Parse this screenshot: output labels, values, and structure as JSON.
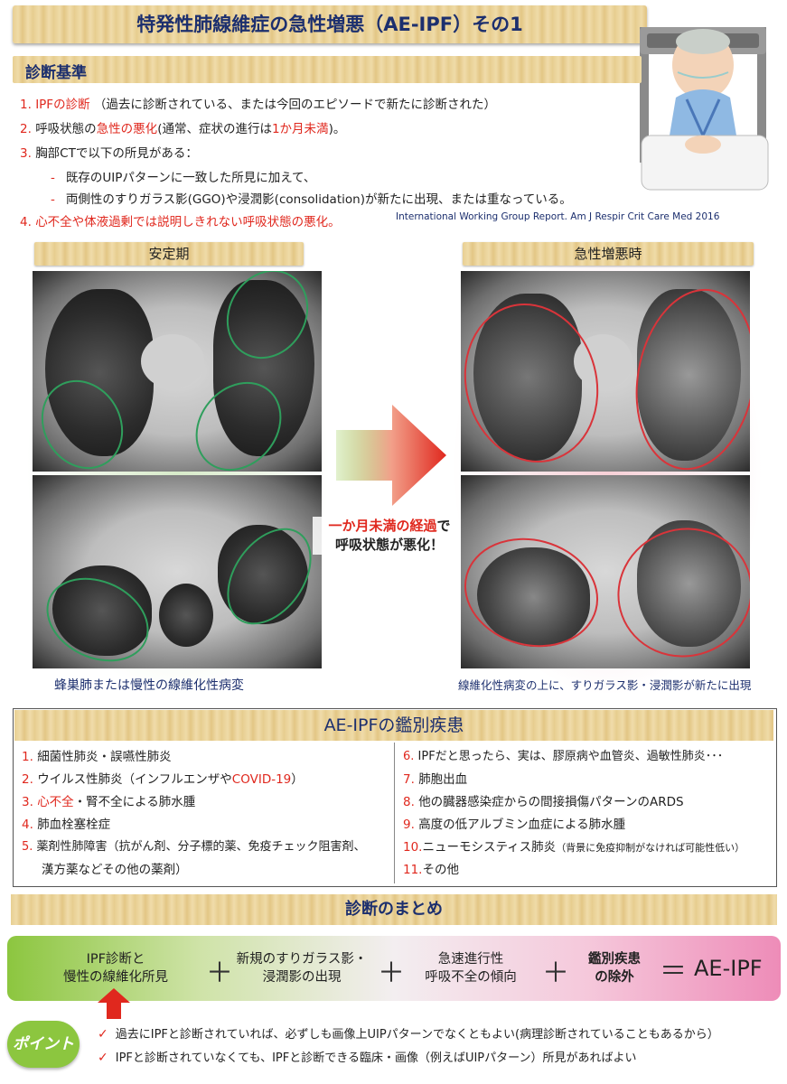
{
  "title": "特発性肺線維症の急性増悪（AE-IPF）その1",
  "criteria": {
    "heading": "診断基準",
    "items": [
      {
        "num": "1.",
        "lead": "IPFの診断",
        "rest": "（過去に診断されている、または今回のエピソードで新たに診断された）"
      },
      {
        "num": "2.",
        "pre": "呼吸状態の",
        "lead": "急性の悪化",
        "mid": "(通常、症状の進行は",
        "lead2": "1か月未満",
        "post": ")。"
      },
      {
        "num": "3.",
        "text": "胸部CTで以下の所見がある："
      },
      {
        "num": "4.",
        "lead": "心不全や体液過剰では説明しきれない呼吸状態の悪化。"
      }
    ],
    "sub_items": [
      {
        "dash": "-",
        "text": "既存のUIPパターンに一致した所見に加えて、"
      },
      {
        "dash": "-",
        "text": "両側性のすりガラス影(GGO)や浸潤影(consolidation)が新たに出現、または重なっている。"
      }
    ],
    "reference": "International Working Group Report. Am J Respir Crit Care Med 2016"
  },
  "panels": {
    "stable_label": "安定期",
    "acute_label": "急性増悪時",
    "stable_caption": "蜂巣肺または慢性の線維化性病変",
    "acute_caption": "線維化性病変の上に、すりガラス影・浸潤影が新たに出現",
    "arrow_text_red": "一か月未満の経過",
    "arrow_text_red_suffix": "で",
    "arrow_text_line2": "呼吸状態が悪化！"
  },
  "differential": {
    "heading": "AE-IPFの鑑別疾患",
    "left": [
      {
        "num": "1.",
        "text": "細菌性肺炎・誤嚥性肺炎"
      },
      {
        "num": "2.",
        "text": "ウイルス性肺炎（インフルエンザや",
        "red": "COVID-19",
        "post": "）"
      },
      {
        "num": "3.",
        "red": "心不全",
        "text": "・腎不全による肺水腫"
      },
      {
        "num": "4.",
        "text": "肺血栓塞栓症"
      },
      {
        "num": "5.",
        "text": "薬剤性肺障害（抗がん剤、分子標的薬、免疫チェック阻害剤、"
      },
      {
        "num": "",
        "text": "漢方薬などその他の薬剤）"
      }
    ],
    "right": [
      {
        "num": "6.",
        "text": "IPFだと思ったら、実は、膠原病や血管炎、過敏性肺炎･･･"
      },
      {
        "num": "7.",
        "text": "肺胞出血"
      },
      {
        "num": "8.",
        "text": "他の臓器感染症からの間接損傷パターンのARDS"
      },
      {
        "num": "9.",
        "text": "高度の低アルブミン血症による肺水腫"
      },
      {
        "num": "10.",
        "text": "ニューモシスティス肺炎",
        "small": "（背景に免疫抑制がなければ可能性低い）"
      },
      {
        "num": "11.",
        "text": "その他"
      }
    ]
  },
  "summary": {
    "heading": "診断のまとめ",
    "terms": [
      {
        "line1": "IPF診断と",
        "line2": "慢性の線維化所見"
      },
      {
        "line1": "新規のすりガラス影・",
        "line2": "浸潤影の出現"
      },
      {
        "line1": "急速進行性",
        "line2": "呼吸不全の傾向"
      },
      {
        "line1": "鑑別疾患",
        "line2": "の除外"
      }
    ],
    "plus": "＋",
    "equals": "＝",
    "result": "AE-IPF"
  },
  "point": {
    "badge": "ポイント",
    "check": "✓",
    "lines": [
      "過去にIPFと診断されていれば、必ずしも画像上UIPパターンでなくともよい(病理診断されていることもあるから）",
      "IPFと診断されていなくても、IPFと診断できる臨床・画像（例えばUIPパターン）所見があればよい"
    ]
  },
  "colors": {
    "accent_red": "#e0281e",
    "navy": "#1c2f6e",
    "green_ring": "#2f9e5c",
    "red_ring": "#d9343a"
  }
}
